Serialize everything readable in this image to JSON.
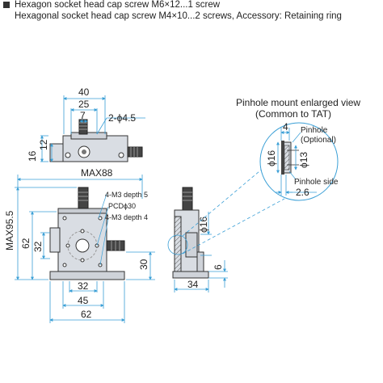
{
  "header": {
    "line1": "Hexagon socket head cap screw M6×12...1 screw",
    "line2": "Hexagonal socket head cap screw M4×10...2 screws, Accessory: Retaining ring"
  },
  "top_view": {
    "dims": {
      "d40": "40",
      "d25": "25",
      "d7": "7",
      "hole": "2-ϕ4.5",
      "d16": "16",
      "d12": "12"
    }
  },
  "front_view": {
    "dims": {
      "max88": "MAX88",
      "max95_5": "MAX95.5",
      "d62v": "62",
      "d32v": "32",
      "d32h": "32",
      "d45": "45",
      "d62h": "62",
      "d30": "30"
    },
    "callouts": {
      "c1": "4-M3 depth 5",
      "c2": "PCDϕ30",
      "c3": "4-M3 depth 4"
    }
  },
  "side_view": {
    "dims": {
      "phi16": "ϕ16",
      "d6": "6",
      "d34": "34"
    }
  },
  "inset": {
    "title1": "Pinhole mount enlarged view",
    "title2": "(Common to TAT)",
    "labels": {
      "d4": "4",
      "pinhole": "Pinhole",
      "optional": "(Optional)",
      "phi16": "ϕ16",
      "phi13": "ϕ13",
      "pinhole_side": "Pinhole side",
      "d2_6": "2.6"
    }
  },
  "colors": {
    "dimension": "#3a9fd6",
    "metal": "#d9dde3",
    "dark": "#333333",
    "hatch": "#555555"
  }
}
